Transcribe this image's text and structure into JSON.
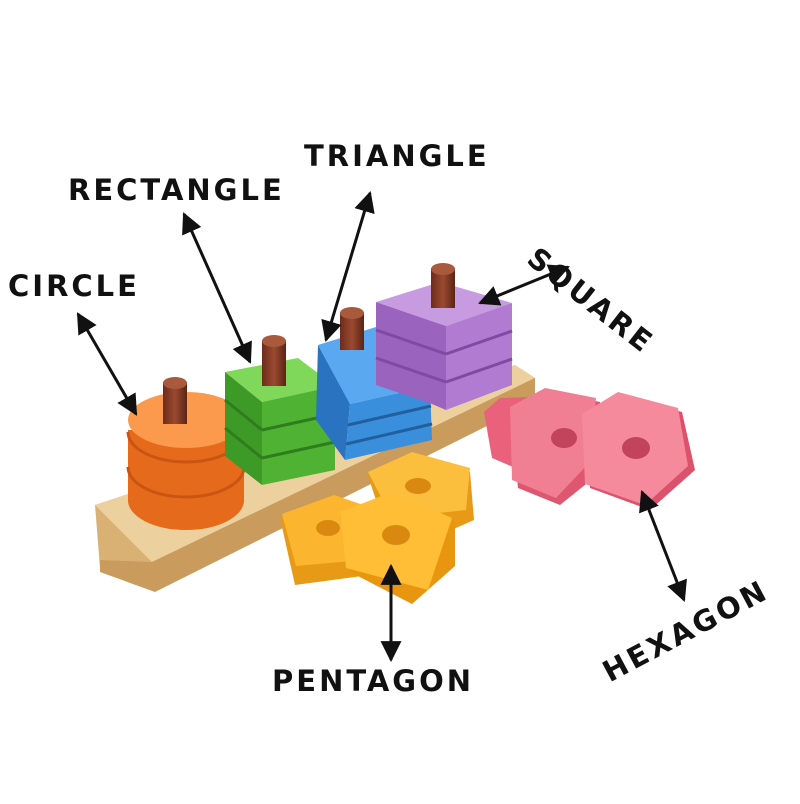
{
  "labels": {
    "circle": "CIRCLE",
    "rectangle": "RECTANGLE",
    "triangle": "TRIANGLE",
    "square": "SQUARE",
    "pentagon": "PENTAGON",
    "hexagon": "HEXAGON"
  },
  "colors": {
    "circle": "#f57c2a",
    "rectangle": "#5cc23a",
    "triangle": "#3a8fdc",
    "square": "#b07bd0",
    "pentagon": "#f7b22a",
    "hexagon": "#ee6f84",
    "board": "#e7c68e",
    "peg": "#8a3b26"
  }
}
